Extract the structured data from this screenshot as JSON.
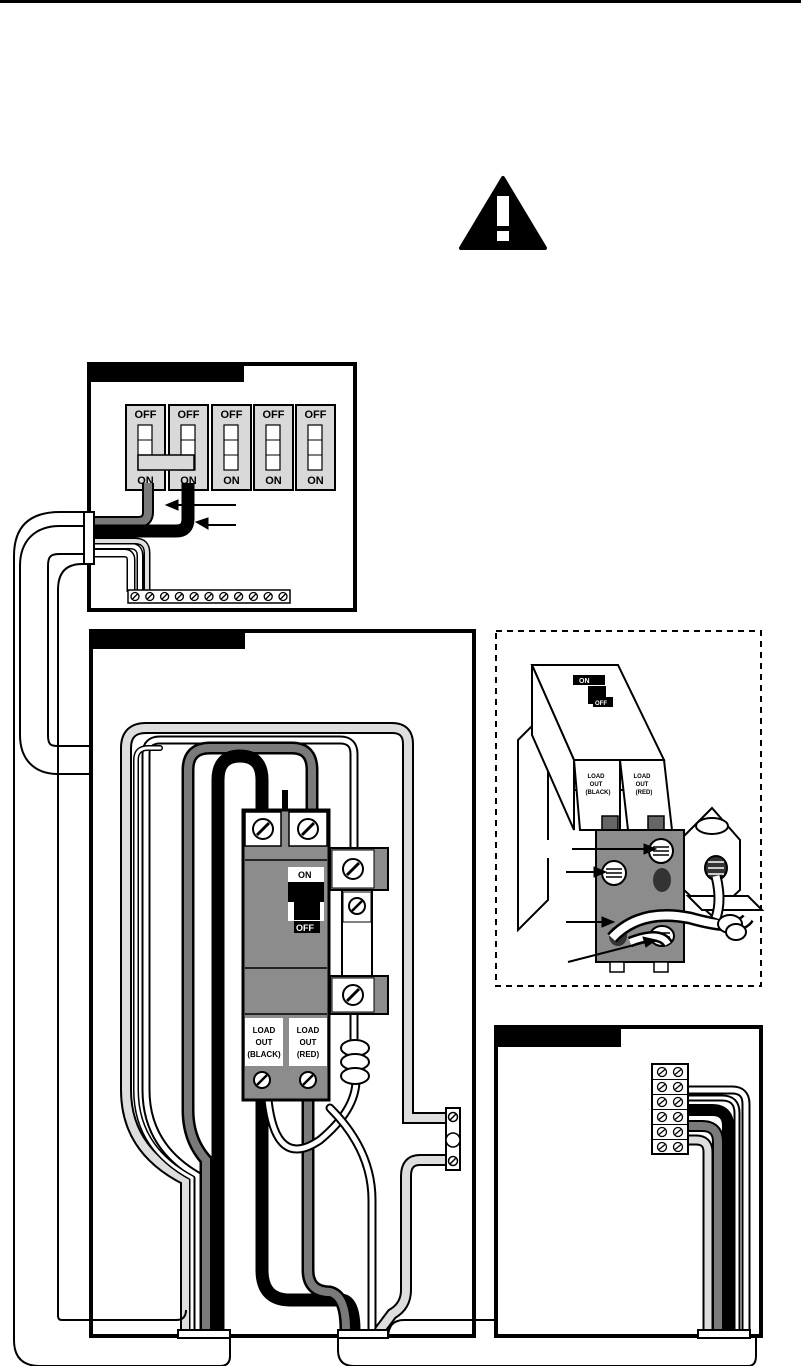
{
  "main_panel": {
    "breakers": [
      {
        "off": "OFF",
        "on": "ON"
      },
      {
        "off": "OFF",
        "on": "ON"
      },
      {
        "off": "OFF",
        "on": "ON"
      },
      {
        "off": "OFF",
        "on": "ON"
      },
      {
        "off": "OFF",
        "on": "ON"
      }
    ],
    "terminal_count": 11
  },
  "gfci_breaker": {
    "on": "ON",
    "off": "OFF",
    "load_black": [
      "LOAD",
      "OUT",
      "(BLACK)"
    ],
    "load_red": [
      "LOAD",
      "OUT",
      "(RED)"
    ]
  },
  "detail_breaker": {
    "on": "ON",
    "off": "OFF",
    "load_black": [
      "LOAD",
      "OUT",
      "(BLACK)"
    ],
    "load_red": [
      "LOAD",
      "OUT",
      "(RED)"
    ]
  },
  "colors": {
    "ink": "#000000",
    "hot_red_wire": "#7a7a7a",
    "neutral_white_wire": "#ffffff",
    "ground_wire": "#d9d9d9",
    "breaker_body": "#8c8c8c",
    "label_box": "#1a1a1a"
  }
}
